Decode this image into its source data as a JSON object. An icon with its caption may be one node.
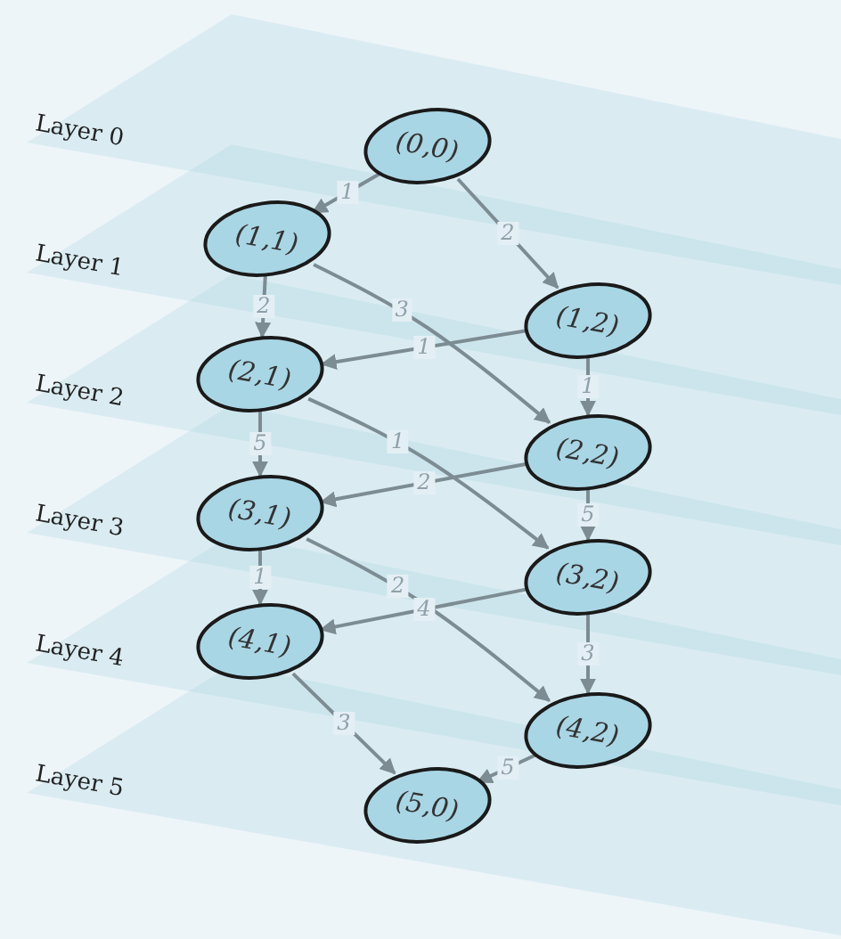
{
  "diagram": {
    "nodes": [
      {
        "text": [
          "(0,0)"
        ]
      },
      {
        "text": [
          "(1,1)"
        ]
      },
      {
        "text": [
          "(1,2)"
        ]
      },
      {
        "text": [
          "(2,1)"
        ]
      },
      {
        "text": [
          "(2,2)"
        ]
      },
      {
        "text": [
          "(3,1)"
        ]
      },
      {
        "text": [
          "(3,2)"
        ]
      },
      {
        "text": [
          "(4,1)"
        ]
      },
      {
        "text": [
          "(4,2)"
        ]
      },
      {
        "text": [
          "(5,0)"
        ]
      }
    ],
    "edges": [
      {
        "from": 0,
        "to": 1,
        "arrow": "to",
        "label": "1"
      },
      {
        "from": 0,
        "to": 2,
        "arrow": "to",
        "label": "2"
      },
      {
        "from": 1,
        "to": 3,
        "arrow": "to",
        "label": "2"
      },
      {
        "from": 1,
        "to": 4,
        "arrow": "to",
        "label": "3"
      },
      {
        "from": 2,
        "to": 3,
        "arrow": "to",
        "label": "1"
      },
      {
        "from": 2,
        "to": 4,
        "arrow": "to",
        "label": "1"
      },
      {
        "from": 3,
        "to": 5,
        "arrow": "to",
        "label": "5"
      },
      {
        "from": 3,
        "to": 6,
        "arrow": "to",
        "label": "1"
      },
      {
        "from": 4,
        "to": 5,
        "arrow": "to",
        "label": "2"
      },
      {
        "from": 4,
        "to": 6,
        "arrow": "to",
        "label": "5"
      },
      {
        "from": 5,
        "to": 7,
        "arrow": "to",
        "label": "1"
      },
      {
        "from": 5,
        "to": 8,
        "arrow": "to",
        "label": "2"
      },
      {
        "from": 6,
        "to": 7,
        "arrow": "to",
        "label": "4"
      },
      {
        "from": 6,
        "to": 8,
        "arrow": "to",
        "label": "3"
      },
      {
        "from": 7,
        "to": 9,
        "arrow": "to",
        "label": "3"
      },
      {
        "from": 8,
        "to": 9,
        "arrow": "to",
        "label": "5"
      }
    ],
    "labels": [
      "Layer 0",
      "Layer 1",
      "Layer 2",
      "Layer 3",
      "Layer 4",
      "Layer 5"
    ]
  }
}
